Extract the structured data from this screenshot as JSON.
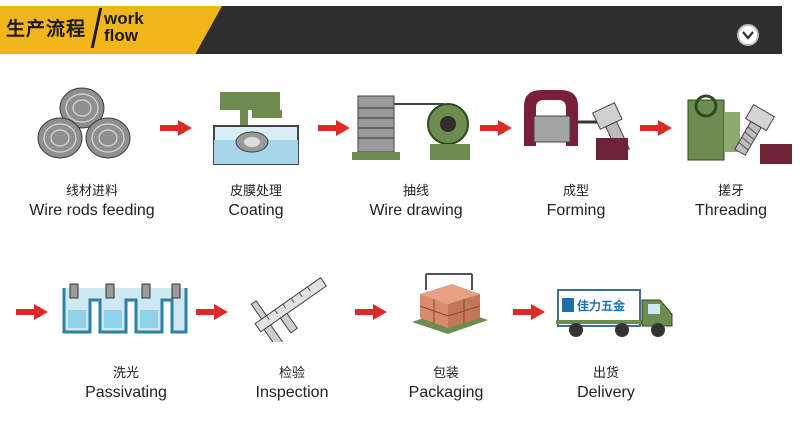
{
  "header": {
    "title_cn": "生产流程",
    "title_en_line1": "work",
    "title_en_line2": "flow",
    "toggle_icon": "chevron-down-icon",
    "colors": {
      "accent": "#f3b51c",
      "bar": "#2e2e2e",
      "arrow": "#e02a2a",
      "equipment": "#6e8c4f"
    }
  },
  "steps": [
    {
      "cn": "线材进料",
      "en": "Wire rods feeding",
      "icon": "wire-coils-icon"
    },
    {
      "cn": "皮膜处理",
      "en": "Coating",
      "icon": "coating-tank-icon"
    },
    {
      "cn": "抽线",
      "en": "Wire drawing",
      "icon": "wire-drawing-machine-icon"
    },
    {
      "cn": "成型",
      "en": "Forming",
      "icon": "forming-machine-icon"
    },
    {
      "cn": "搓牙",
      "en": "Threading",
      "icon": "threading-machine-icon"
    },
    {
      "cn": "洗光",
      "en": "Passivating",
      "icon": "passivating-tank-icon"
    },
    {
      "cn": "检验",
      "en": "Inspection",
      "icon": "caliper-icon"
    },
    {
      "cn": "包装",
      "en": "Packaging",
      "icon": "pallet-boxes-icon"
    },
    {
      "cn": "出货",
      "en": "Delivery",
      "icon": "delivery-truck-icon",
      "truck_text": "佳力五金"
    }
  ]
}
